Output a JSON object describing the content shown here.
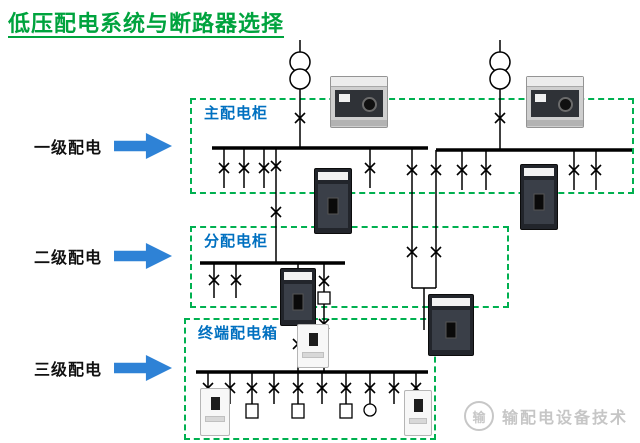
{
  "title": "低压配电系统与断路器选择",
  "levels": [
    {
      "label": "一级配电"
    },
    {
      "label": "二级配电"
    },
    {
      "label": "三级配电"
    }
  ],
  "boxes": [
    {
      "label": "主配电柜"
    },
    {
      "label": "分配电柜"
    },
    {
      "label": "终端配电箱"
    }
  ],
  "watermark": {
    "text": "输配电设备技术",
    "logo_char": "输"
  },
  "colors": {
    "title_green": "#00a33e",
    "box_green": "#00b050",
    "label_blue": "#0070c0",
    "arrow_blue": "#2e82d6"
  }
}
